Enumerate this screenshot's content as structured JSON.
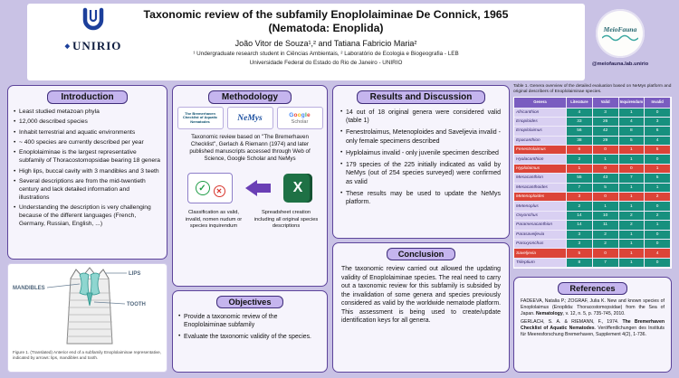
{
  "colors": {
    "background": "#c9c2e5",
    "accent_purple": "#5d449b",
    "pill_fill": "#c5b5ee",
    "table_header": "#7a5cc0",
    "valid_teal": "#17907e",
    "invalid_red": "#dc4438",
    "excel_green": "#1e7145",
    "unirio_blue": "#1c3f9b"
  },
  "header": {
    "title_line1": "Taxonomic review of the subfamily Enoplolaiminae De Connick, 1965",
    "title_line2": "(Nematoda: Enoplida)",
    "authors": "João Vitor de Souza¹,² and Tatiana Fabricio Maria²",
    "affiliation1": "¹ Undergraduate research student in Ciências Ambientais, ² Laboratório de Ecologia e Biogeografia - LEB",
    "affiliation2": "Universidade Federal do Estado do Rio de Janeiro - UNIRIO",
    "logo_text": "UNIRIO",
    "badge_title": "MeioFauna",
    "badge_handle": "@meiofauna.lab.unirio"
  },
  "introduction": {
    "heading": "Introduction",
    "bullets": [
      "Least studied metazoan phyla",
      "12,000 described species",
      "Inhabit terrestrial and aquatic environments",
      "~ 400 species are currently described per year",
      "Enoplolaiminae is the largest representative subfamily of Thoracostomopsidae bearing 18 genera",
      "High lips, buccal cavity with 3 mandibles and 3 teeth",
      "Several descriptions are from the mid-twentieth century and lack detailed information and illustrations",
      "Understanding the description is very challenging because of the different languages (French, Germany, Russian, English, ...)"
    ]
  },
  "figure": {
    "labels": [
      "LIPS",
      "MANDIBLES",
      "TOOTH"
    ],
    "caption": "Figure 1. (Translated) Anterior end of a subfamily Enoplolaiminae representative, indicated by arrows: lips, mandibles and tooth."
  },
  "methodology": {
    "heading": "Methodology",
    "logos": {
      "bremerhaven": "The Bremerhaven Checklist of Aquatic Nematodes",
      "nemys": "NeMys",
      "google_letters": [
        {
          "ch": "G",
          "color": "#4285F4"
        },
        {
          "ch": "o",
          "color": "#EA4335"
        },
        {
          "ch": "o",
          "color": "#FBBC05"
        },
        {
          "ch": "g",
          "color": "#4285F4"
        },
        {
          "ch": "l",
          "color": "#34A853"
        },
        {
          "ch": "e",
          "color": "#EA4335"
        }
      ],
      "scholar": "Scholar"
    },
    "description": "Taxonomic review based on \"The Bremerhaven Checklist\", Gerlach & Riemann (1974) and later published manuscripts accessed through Web of Science, Google Scholar and NeMys",
    "icons": {
      "check": "✓",
      "cross": "✕",
      "excel": "X"
    },
    "classification_caption": "Classification as valid, invalid, nomen nudum or species inquirendum",
    "spreadsheet_caption": "Spreadsheet creation including all original species descriptions"
  },
  "objectives": {
    "heading": "Objectives",
    "bullets": [
      "Provide a taxonomic review of the Enoplolaiminae subfamily",
      "Evaluate the taxonomic validity of the species."
    ]
  },
  "results": {
    "heading": "Results and Discussion",
    "bullets": [
      "14 out of 18 original genera were considered valid (table 1)",
      "Fenestrolaimus, Metenoploides and Saveljevia invalid - only female specimens described",
      "Hyplolaimus invalid - only juvenile specimen described",
      "179 species of the 225 initially indicated as valid by NeMys (out of 254 species surveyed) were confirmed as valid",
      "These results may be used to update the NeMys platform."
    ]
  },
  "conclusion": {
    "heading": "Conclusion",
    "text": "The taxonomic review carried out allowed the updating validity of Enoplolaiminae species. The real need to carry out a taxonomic review for this subfamily is subsided by the invalidation of some genera and species previously considered as valid by the worldwide nematode platform. This assessment is being used to create/update identification keys for all genera."
  },
  "table": {
    "caption": "Table 1. Genera overview of the detailed evaluation based on NeMys platform and original describers of Enoplolaiminae species.",
    "columns": [
      "Genera",
      "Literature",
      "Valid",
      "Inquirendum",
      "Invalid"
    ],
    "rows": [
      {
        "g": "Africanthion",
        "lit": "4",
        "val": "3",
        "inq": "1",
        "inv": "0",
        "invalid": false
      },
      {
        "g": "Enoploides",
        "lit": "33",
        "val": "26",
        "inq": "4",
        "inv": "3",
        "invalid": false
      },
      {
        "g": "Enoplolaimus",
        "lit": "56",
        "val": "42",
        "inq": "8",
        "inv": "6",
        "invalid": false
      },
      {
        "g": "Epacanthion",
        "lit": "38",
        "val": "29",
        "inq": "5",
        "inv": "4",
        "invalid": false
      },
      {
        "g": "Fenestrolaimus",
        "lit": "6",
        "val": "0",
        "inq": "1",
        "inv": "5",
        "invalid": true
      },
      {
        "g": "Hyalacanthion",
        "lit": "2",
        "val": "1",
        "inq": "1",
        "inv": "0",
        "invalid": false
      },
      {
        "g": "Hyplolaimus",
        "lit": "1",
        "val": "0",
        "inq": "0",
        "inv": "1",
        "invalid": true
      },
      {
        "g": "Mesacanthion",
        "lit": "55",
        "val": "43",
        "inq": "7",
        "inv": "5",
        "invalid": false
      },
      {
        "g": "Mesacanthoides",
        "lit": "7",
        "val": "5",
        "inq": "1",
        "inv": "1",
        "invalid": false
      },
      {
        "g": "Metenoploides",
        "lit": "3",
        "val": "0",
        "inq": "1",
        "inv": "2",
        "invalid": true
      },
      {
        "g": "Metenoplus",
        "lit": "2",
        "val": "1",
        "inq": "1",
        "inv": "0",
        "invalid": false
      },
      {
        "g": "Oxyonchus",
        "lit": "14",
        "val": "10",
        "inq": "2",
        "inv": "2",
        "invalid": false
      },
      {
        "g": "Paramesacanthion",
        "lit": "14",
        "val": "11",
        "inq": "2",
        "inv": "1",
        "invalid": false
      },
      {
        "g": "Parasaveljevia",
        "lit": "3",
        "val": "2",
        "inq": "1",
        "inv": "0",
        "invalid": false
      },
      {
        "g": "Paroxyonchus",
        "lit": "3",
        "val": "2",
        "inq": "1",
        "inv": "0",
        "invalid": false
      },
      {
        "g": "Saveljevia",
        "lit": "5",
        "val": "0",
        "inq": "1",
        "inv": "4",
        "invalid": true
      },
      {
        "g": "Trileptium",
        "lit": "8",
        "val": "7",
        "inq": "1",
        "inv": "0",
        "invalid": false
      }
    ]
  },
  "references": {
    "heading": "References",
    "items": [
      {
        "pre": "FADEEVA, Natalia P.; ZOGRAF, Julia K. New and known species of Enoplolaimus (Enoplida: Thoracostomopsidae) from the Sea of Japan. ",
        "bold": "Nematology",
        "post": ", v. 12, n. 5, p. 735-745, 2010."
      },
      {
        "pre": "GERLACH, S. A. & RIEMANN, F., 1974. ",
        "bold": "The Bremerhaven Checklist of Aquatic Nematodes",
        "post": ". Veröffentlichungen des Instituts für Meeresforschung Bremerhaven, Supplement 4(2), 1-736."
      }
    ]
  }
}
